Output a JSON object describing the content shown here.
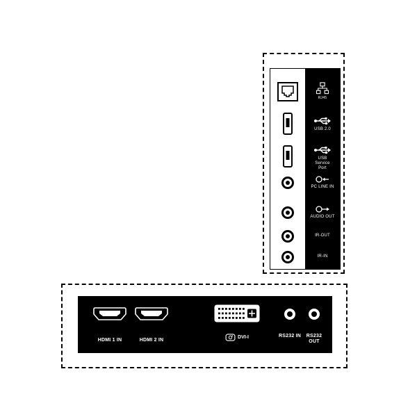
{
  "side_panel": {
    "ports": [
      {
        "id": "rj45",
        "label": "RJ45"
      },
      {
        "id": "usb2",
        "label": "USB 2.0"
      },
      {
        "id": "usb-service",
        "label": "USB Service Port"
      },
      {
        "id": "pc-line-in",
        "label": "PC LINE IN"
      },
      {
        "id": "audio-out",
        "label": "AUDIO OUT"
      },
      {
        "id": "ir-out",
        "label": "IR-OUT"
      },
      {
        "id": "ir-in",
        "label": "IR-IN"
      }
    ]
  },
  "bottom_panel": {
    "ports": [
      {
        "id": "hdmi1",
        "label": "HDMI 1 IN"
      },
      {
        "id": "hdmi2",
        "label": "HDMI 2 IN"
      },
      {
        "id": "dvi",
        "label": "DVI-I"
      },
      {
        "id": "rs232-in",
        "label": "RS232 IN"
      },
      {
        "id": "rs232-out",
        "label": "RS232 OUT"
      }
    ]
  },
  "colors": {
    "panel": "#000000",
    "background": "#ffffff",
    "label_text": "#ffffff",
    "line": "#000000"
  }
}
